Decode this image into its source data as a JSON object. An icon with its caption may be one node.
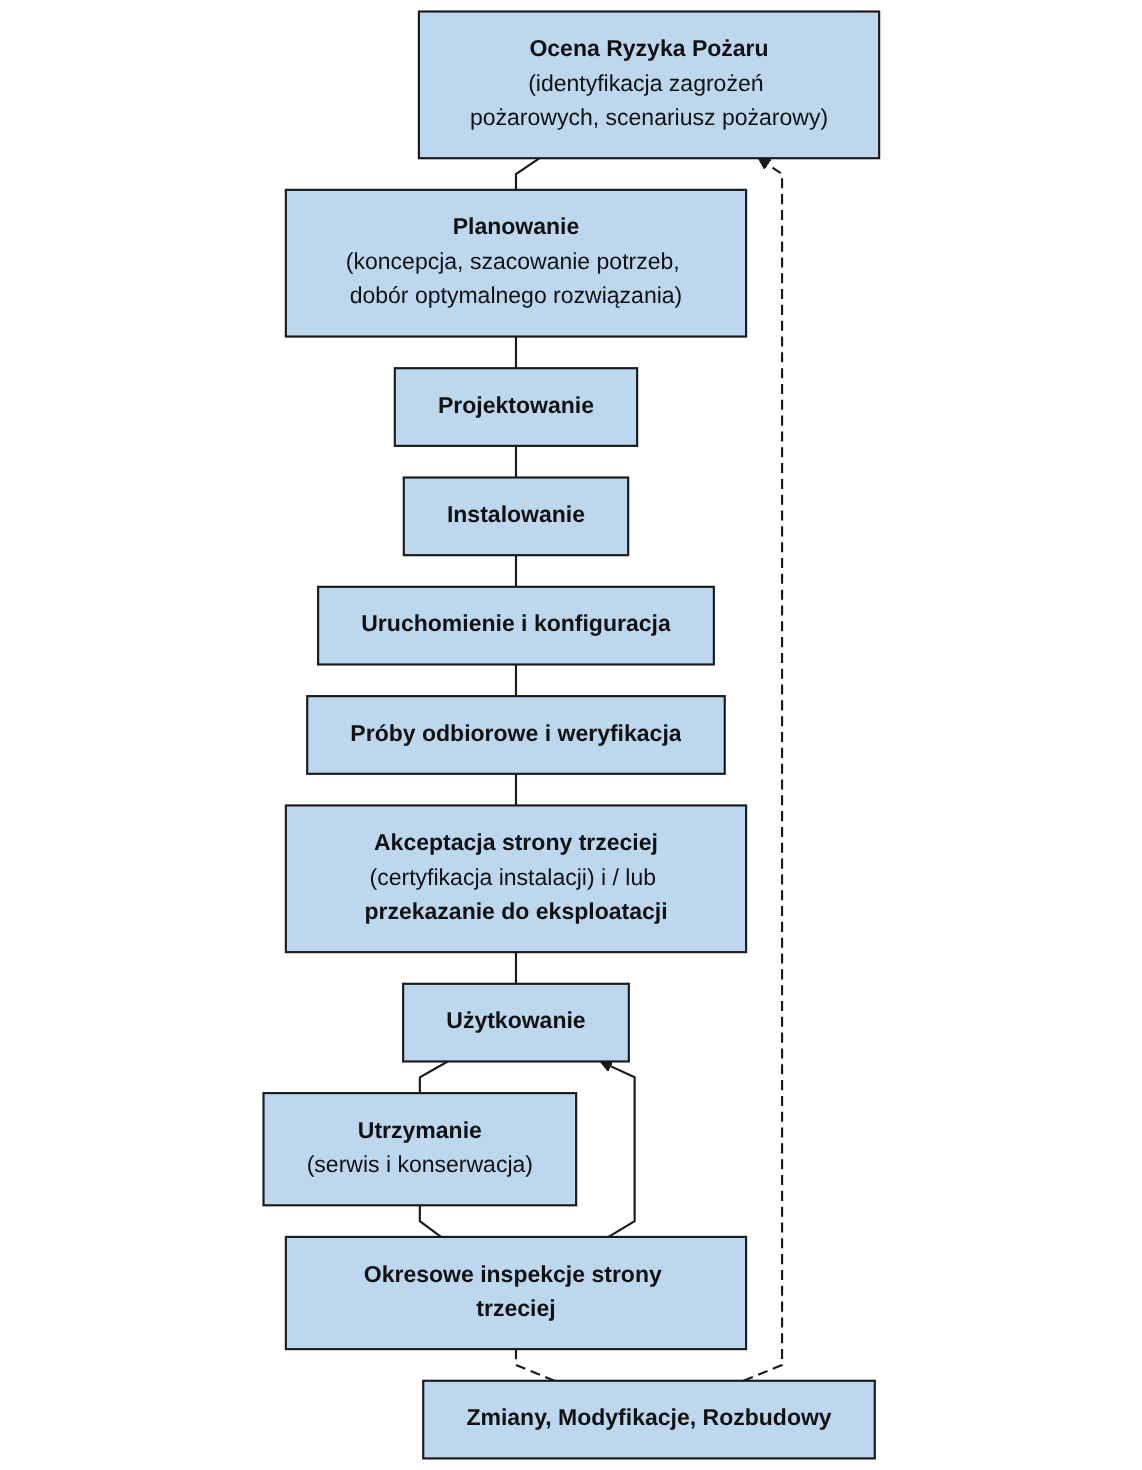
{
  "diagram": {
    "nodes": [
      {
        "text": [
          "Ocena Ryzyka Pożaru",
          "(identyfikacja zagrożeń pożarowych, scenariusz pożarowy)"
        ]
      },
      {
        "text": [
          "Planowanie",
          "(koncepcja, szacowanie potrzeb, dobór optymalnego rozwiązania)"
        ]
      },
      {
        "text": [
          "Projektowanie"
        ]
      },
      {
        "text": [
          "Instalowanie"
        ]
      },
      {
        "text": [
          "Uruchomienie i konfiguracja"
        ]
      },
      {
        "text": [
          "Próby odbiorowe i weryfikacja"
        ]
      },
      {
        "text": [
          "Akceptacja strony trzeciej",
          "(certyfikacja instalacji) i / lub **przekazanie do eksploatacji**"
        ]
      },
      {
        "text": [
          "Użytkowanie"
        ]
      },
      {
        "text": [
          "Utrzymanie",
          "(serwis i konserwacja)"
        ]
      },
      {
        "text": [
          "Okresowe inspekcje strony trzeciej"
        ]
      },
      {
        "text": [
          "Zmiany, Modyfikacje, Rozbudowy"
        ]
      }
    ],
    "edges": [
      {
        "from": 0,
        "to": 1,
        "arrow": "none"
      },
      {
        "from": 1,
        "to": 2,
        "arrow": "none"
      },
      {
        "from": 2,
        "to": 3,
        "arrow": "none"
      },
      {
        "from": 3,
        "to": 4,
        "arrow": "none"
      },
      {
        "from": 4,
        "to": 5,
        "arrow": "none"
      },
      {
        "from": 5,
        "to": 6,
        "arrow": "none"
      },
      {
        "from": 6,
        "to": 7,
        "arrow": "none"
      },
      {
        "from": 7,
        "to": 8,
        "arrow": "none"
      },
      {
        "from": 8,
        "to": 9,
        "arrow": "none"
      },
      {
        "from": 9,
        "to": 7,
        "arrow": "to"
      },
      {
        "from": 9,
        "to": 10,
        "arrow": "none",
        "style": "dashed"
      },
      {
        "from": 10,
        "to": 0,
        "arrow": "to",
        "style": "dashed"
      }
    ]
  }
}
